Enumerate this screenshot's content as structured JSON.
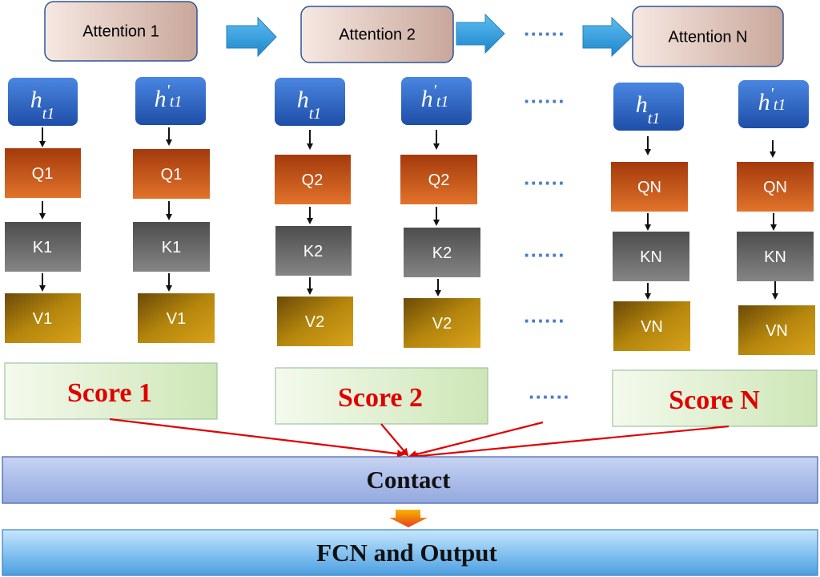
{
  "stages": [
    {
      "label": "Attention 1",
      "columns": [
        {
          "h_base": "h",
          "h_prime": "",
          "h_sub": "t1",
          "q": "Q1",
          "k": "K1",
          "v": "V1"
        },
        {
          "h_base": "h",
          "h_prime": "'",
          "h_sub": "t1",
          "q": "Q1",
          "k": "K1",
          "v": "V1"
        }
      ],
      "score": "Score 1"
    },
    {
      "label": "Attention 2",
      "columns": [
        {
          "h_base": "h",
          "h_prime": "",
          "h_sub": "t1",
          "q": "Q2",
          "k": "K2",
          "v": "V2"
        },
        {
          "h_base": "h",
          "h_prime": "'",
          "h_sub": "t1",
          "q": "Q2",
          "k": "K2",
          "v": "V2"
        }
      ],
      "score": "Score 2"
    },
    {
      "label": "Attention N",
      "columns": [
        {
          "h_base": "h",
          "h_prime": "",
          "h_sub": "t1",
          "q": "QN",
          "k": "KN",
          "v": "VN"
        },
        {
          "h_base": "h",
          "h_prime": "'",
          "h_sub": "t1",
          "q": "QN",
          "k": "KN",
          "v": "VN"
        }
      ],
      "score": "Score N"
    }
  ],
  "ellipsis": "······",
  "concat_label": "Contact",
  "output_label": "FCN and Output",
  "colors": {
    "attention_fill": "#d9c0b8",
    "h_fill": "#2e63b8",
    "q_fill": "#c4561a",
    "k_fill": "#6a6a6a",
    "v_fill": "#b5860d",
    "score_fill": "#dff0cf",
    "score_text": "#e00000",
    "bar_fill": "#a9bde8",
    "arrow_blue": "#3aa0dc",
    "connector_red": "#e00000",
    "dots": "#4a7bc8"
  }
}
